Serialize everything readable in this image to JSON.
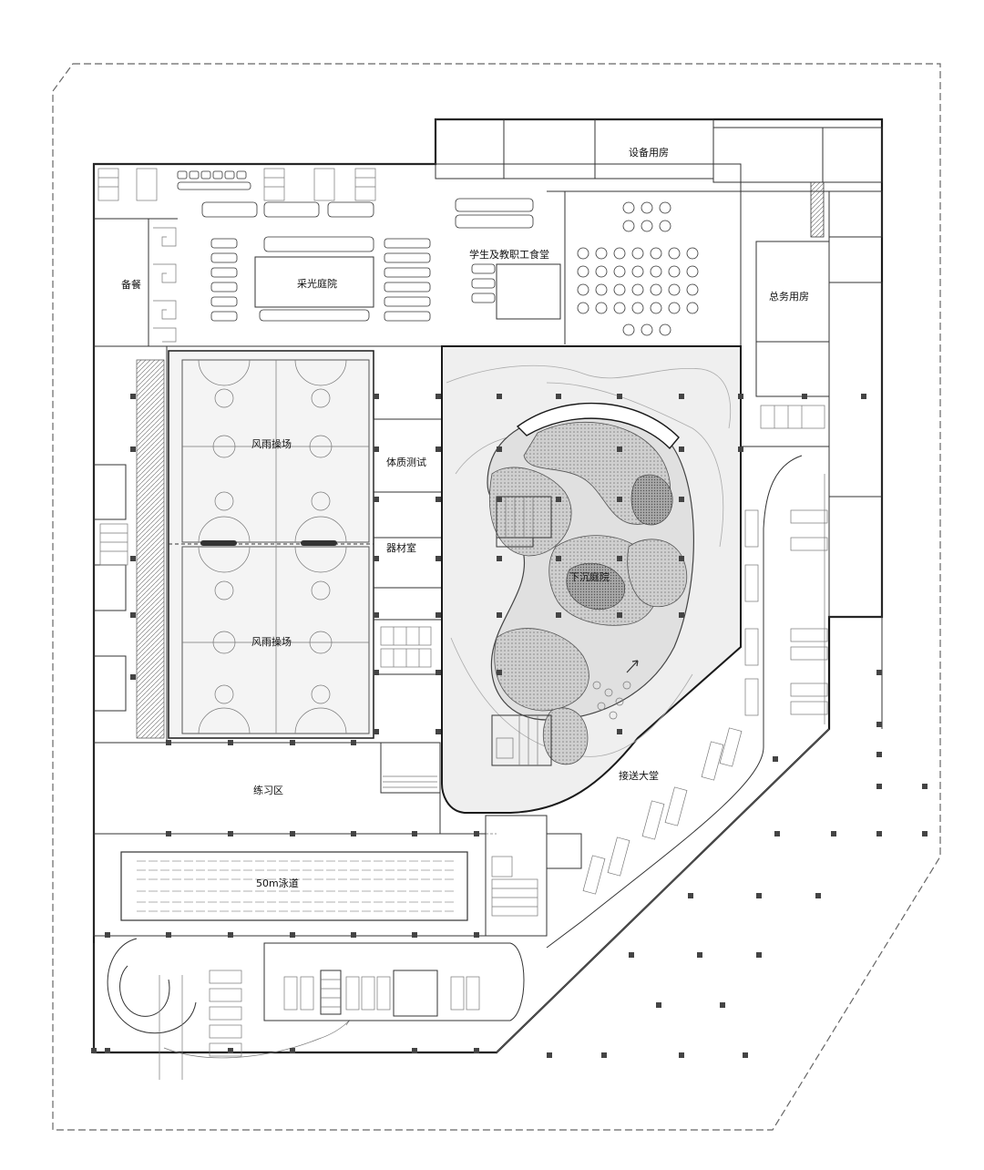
{
  "labels": {
    "equipment_room": "设备用房",
    "dining": "学生及教职工食堂",
    "pantry": "备餐",
    "light_court": "采光庭院",
    "general_affairs": "总务用房",
    "rain_playground_1": "风雨操场",
    "rain_playground_2": "风雨操场",
    "fitness_test": "体质测试",
    "equipment_store": "器材室",
    "sunken_court": "下沉庭院",
    "drop_off_hall": "接送大堂",
    "practice_area": "练习区",
    "pool": "50m泳道"
  },
  "colors": {
    "line": "#1a1a1a",
    "court_fill": "#eeeeee",
    "garden_fill": "#c8c8c8",
    "garden_dark": "#9a9a9a"
  }
}
